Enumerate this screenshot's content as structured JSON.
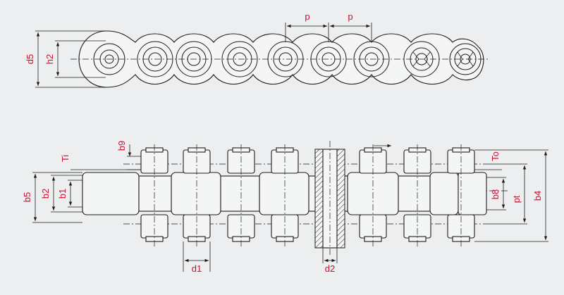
{
  "labels": {
    "d5": "d5",
    "h2": "h2",
    "p1": "p",
    "p2": "p",
    "b9": "b9",
    "ti": "Ti",
    "to": "To",
    "b5": "b5",
    "b2": "b2",
    "b1": "b1",
    "b8": "b8",
    "pt": "pt",
    "b4": "b4",
    "d1": "d1",
    "d2": "d2"
  },
  "colors": {
    "label": "#c8102e",
    "line": "#1d1d1d",
    "background": "#eceeef",
    "part": "#f4f5f5"
  }
}
